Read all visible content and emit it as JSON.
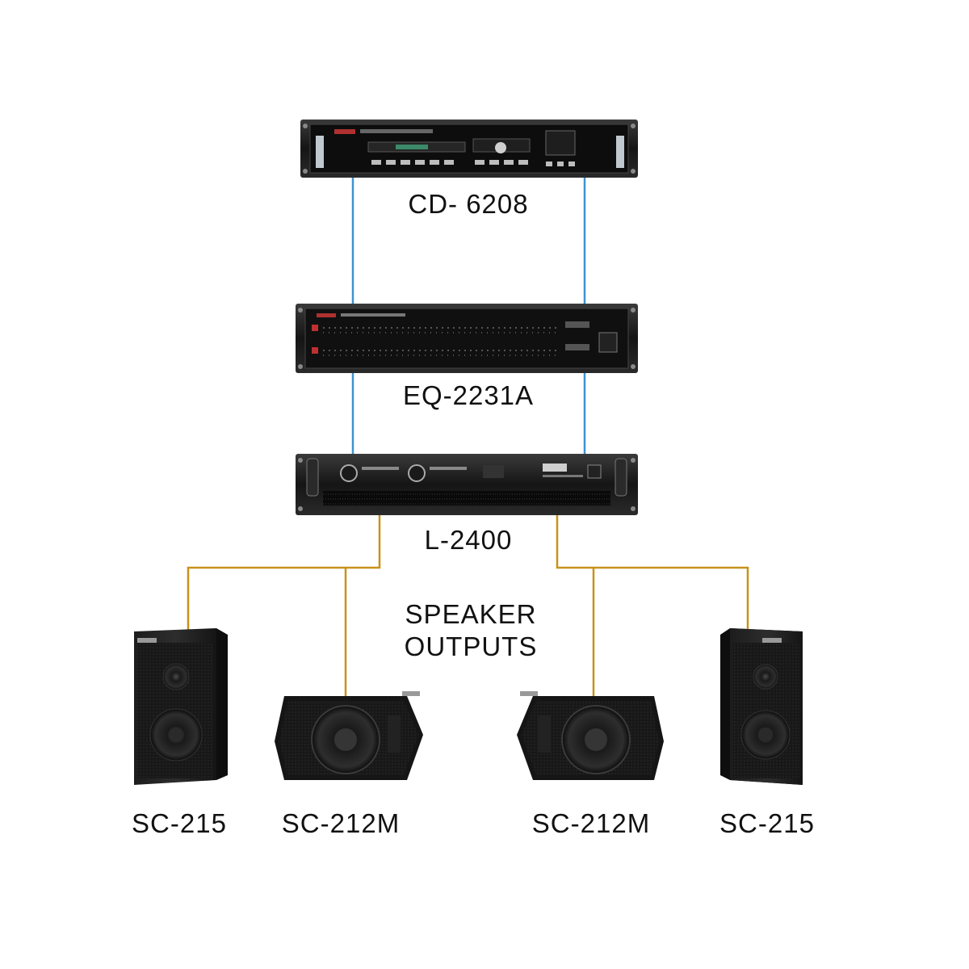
{
  "devices": {
    "cd_player": {
      "label": "CD- 6208"
    },
    "equalizer": {
      "label": "EQ-2231A"
    },
    "amplifier": {
      "label": "L-2400"
    }
  },
  "speaker_outputs": {
    "line1": "SPEAKER",
    "line2": "OUTPUTS"
  },
  "speakers": [
    {
      "label": "SC-215"
    },
    {
      "label": "SC-212M"
    },
    {
      "label": "SC-212M"
    },
    {
      "label": "SC-215"
    }
  ],
  "colors": {
    "signal_cable": "#3f93cf",
    "speaker_cable": "#c8921a",
    "rack_body": "#141414",
    "text": "#111111"
  }
}
